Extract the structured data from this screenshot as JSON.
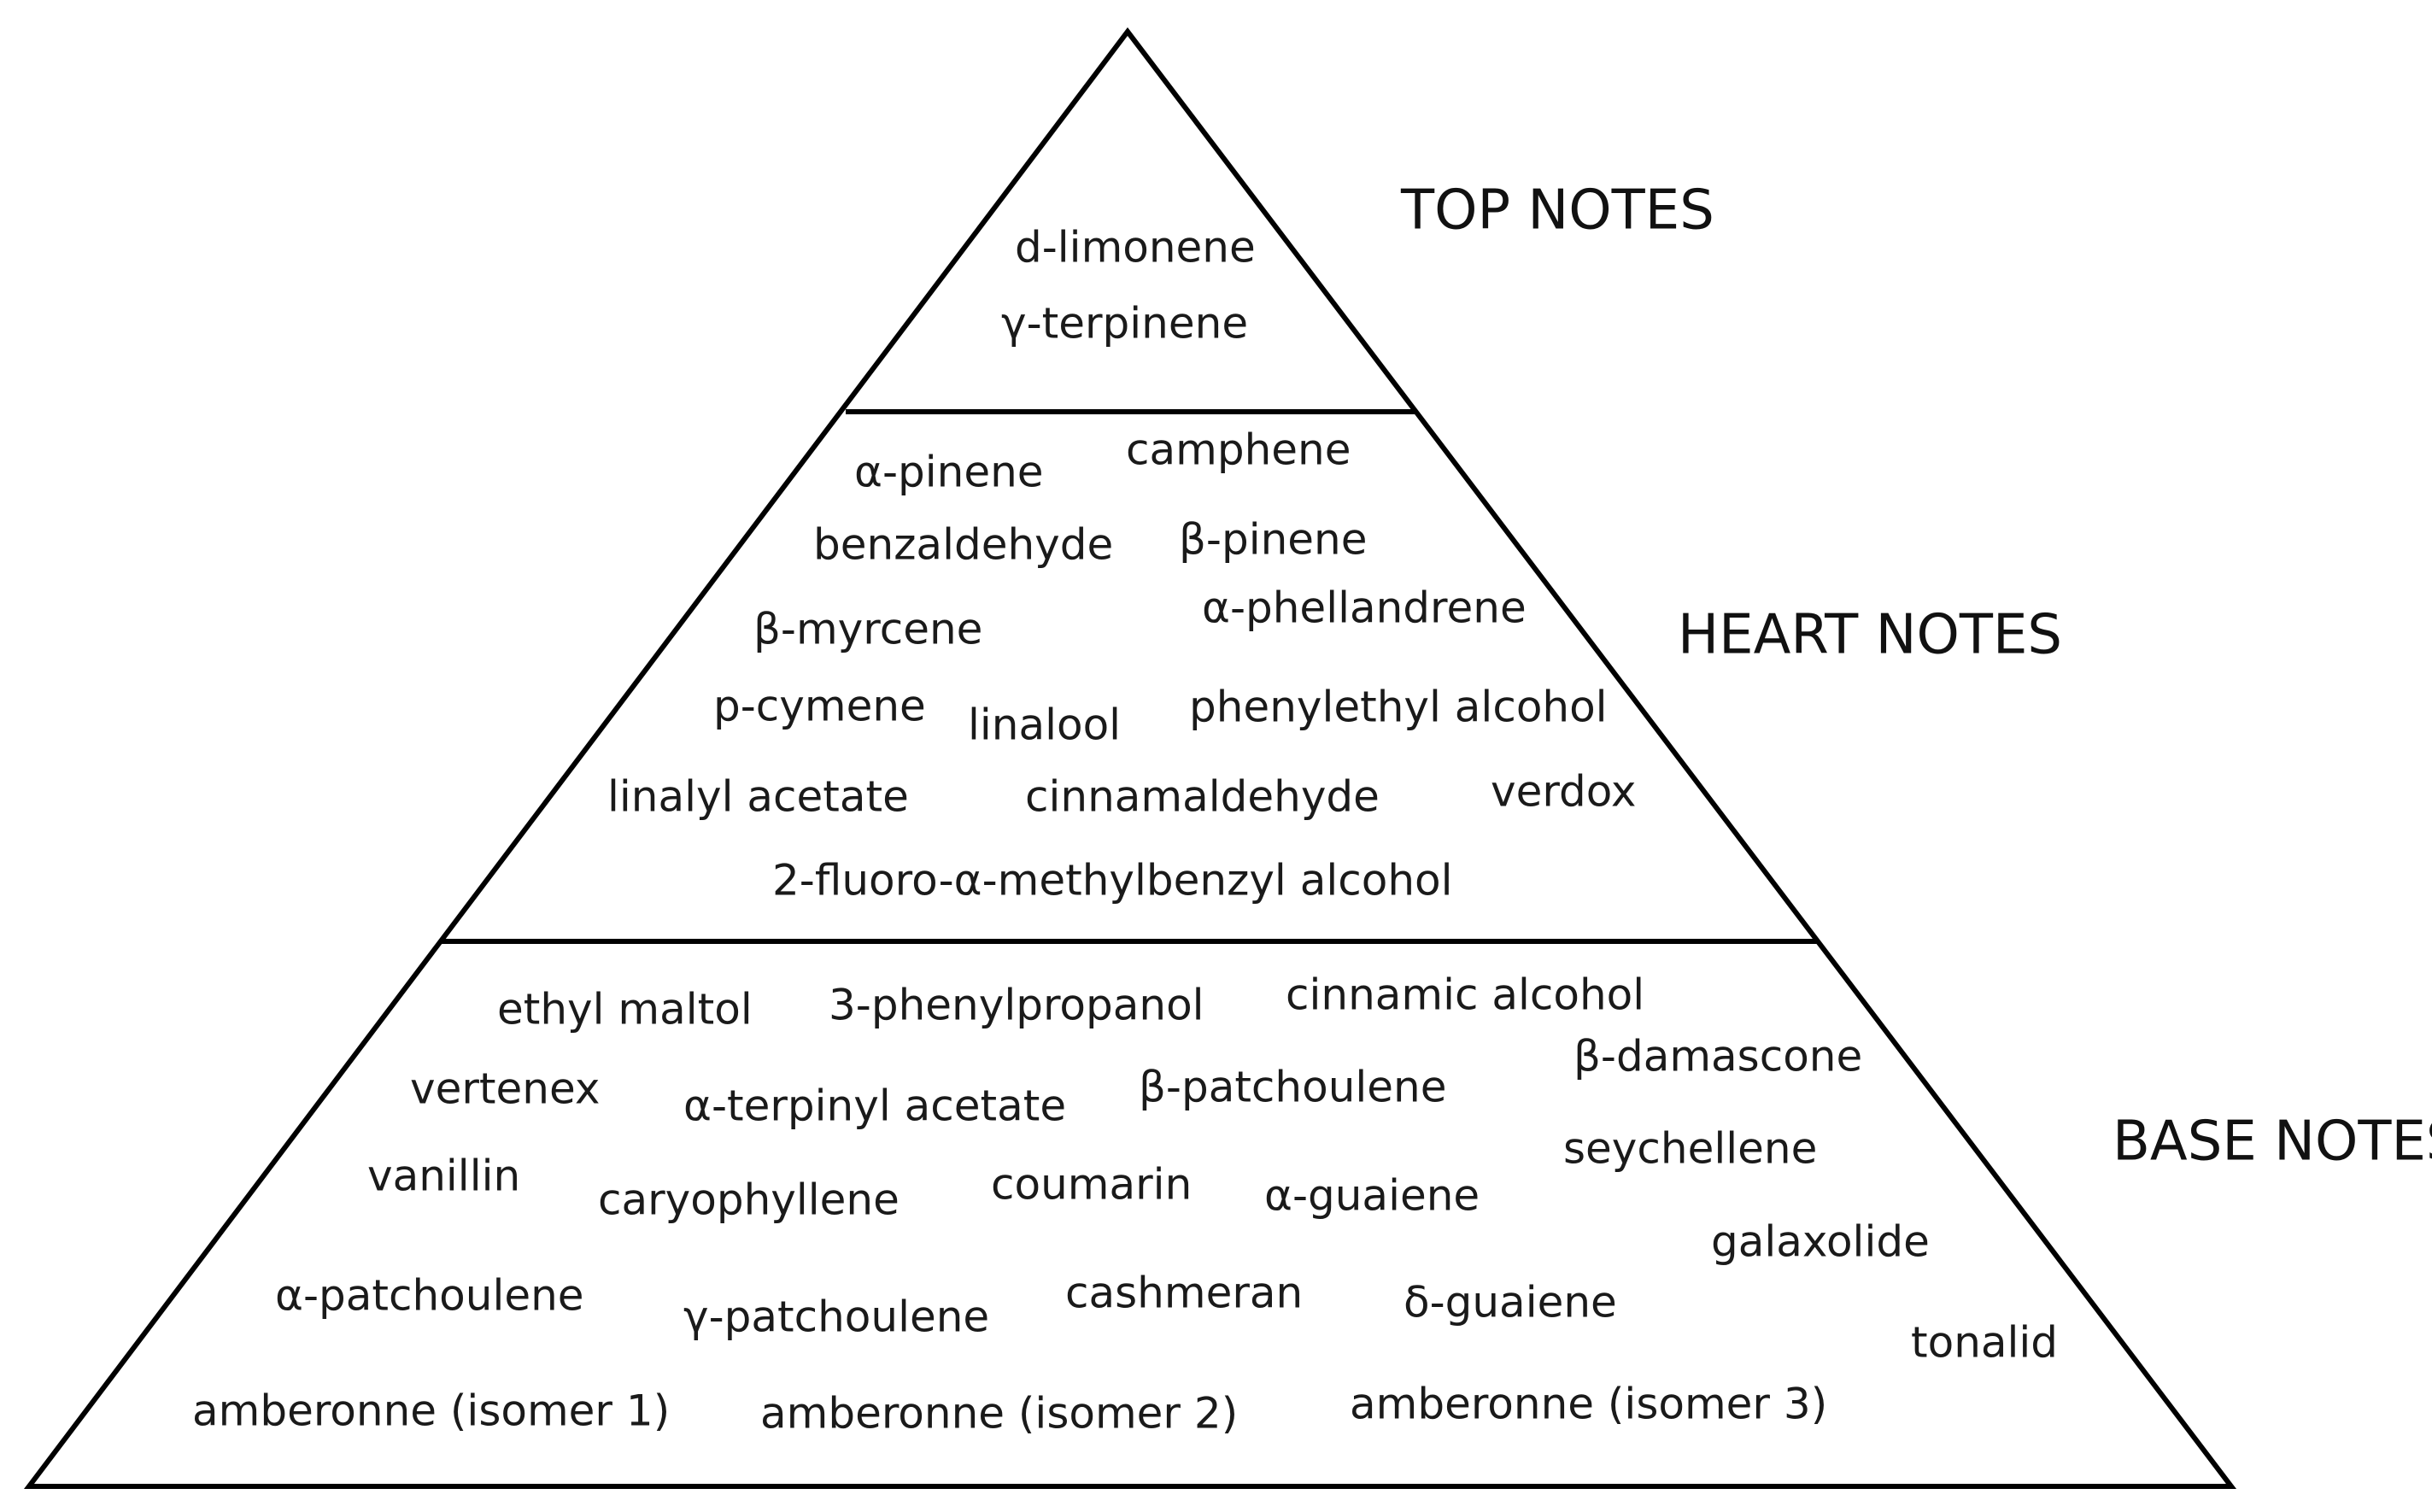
{
  "tiers": {
    "top": {
      "label": "TOP NOTES",
      "compounds": [
        "d-limonene",
        "γ-terpinene"
      ]
    },
    "heart": {
      "label": "HEART NOTES",
      "compounds": [
        "α-pinene",
        "camphene",
        "benzaldehyde",
        "β-pinene",
        "β-myrcene",
        "α-phellandrene",
        "p-cymene",
        "linalool",
        "phenylethyl alcohol",
        "linalyl acetate",
        "cinnamaldehyde",
        "verdox",
        "2-fluoro-α-methylbenzyl alcohol"
      ]
    },
    "base": {
      "label": "BASE NOTES",
      "compounds": [
        "ethyl maltol",
        "3-phenylpropanol",
        "cinnamic alcohol",
        "β-damascone",
        "vertenex",
        "α-terpinyl acetate",
        "β-patchoulene",
        "seychellene",
        "vanillin",
        "caryophyllene",
        "coumarin",
        "α-guaiene",
        "galaxolide",
        "α-patchoulene",
        "γ-patchoulene",
        "cashmeran",
        "δ-guaiene",
        "tonalid",
        "amberonne (isomer 1)",
        "amberonne (isomer 2)",
        "amberonne (isomer 3)"
      ]
    }
  }
}
